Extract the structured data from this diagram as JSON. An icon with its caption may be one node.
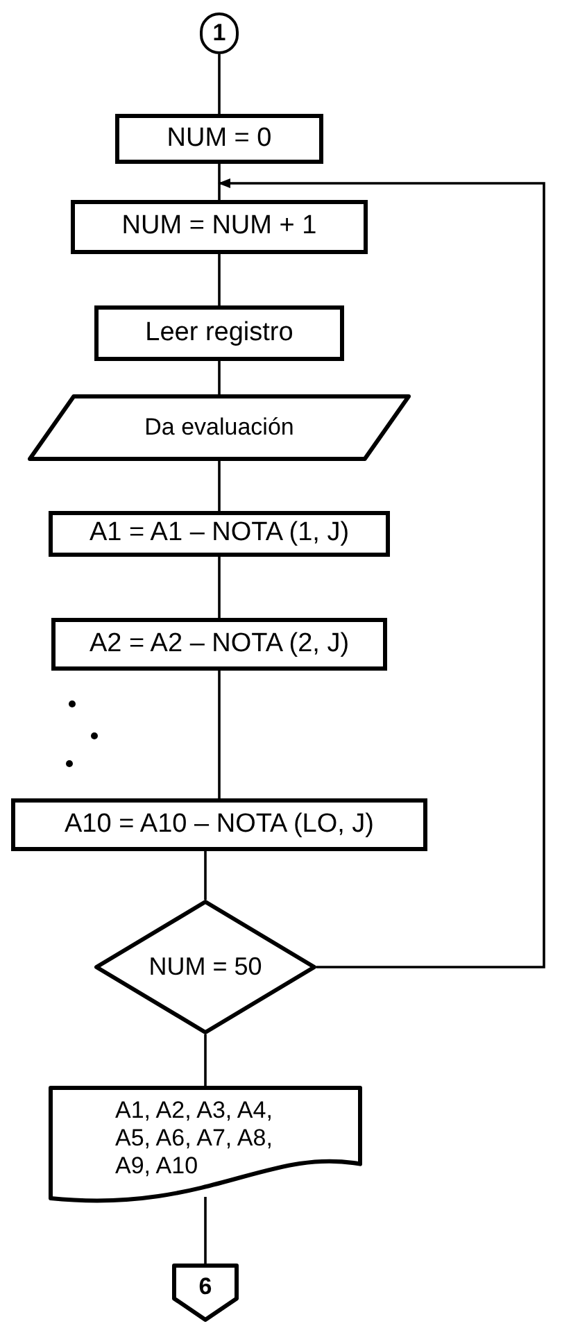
{
  "diagram": {
    "nodes": [
      {
        "text": [
          "1"
        ]
      },
      {
        "text": [
          "NUM = 0"
        ]
      },
      {
        "text": [
          "NUM = NUM + 1"
        ]
      },
      {
        "text": [
          "Leer registro"
        ]
      },
      {
        "text": [
          "Da evaluación"
        ]
      },
      {
        "text": [
          "A1 = A1 – NOTA (1, J)"
        ]
      },
      {
        "text": [
          "A2 = A2 – NOTA (2, J)"
        ]
      },
      {
        "text": [
          "A10 = A10 – NOTA (LO, J)"
        ]
      },
      {
        "text": [
          "NUM = 50"
        ]
      },
      {
        "text": [
          "A1, A2, A3, A4, A5, A6, A7, A8, A9, A10"
        ]
      },
      {
        "text": [
          "6"
        ]
      }
    ],
    "edges": [
      {
        "from": 0,
        "to": 1,
        "arrow": "none"
      },
      {
        "from": 1,
        "to": 2,
        "arrow": "none"
      },
      {
        "from": 2,
        "to": 3,
        "arrow": "none"
      },
      {
        "from": 3,
        "to": 4,
        "arrow": "none"
      },
      {
        "from": 4,
        "to": 5,
        "arrow": "none"
      },
      {
        "from": 5,
        "to": 6,
        "arrow": "none"
      },
      {
        "from": 6,
        "to": 7,
        "arrow": "none"
      },
      {
        "from": 7,
        "to": 8,
        "arrow": "none"
      },
      {
        "from": 8,
        "to": 9,
        "arrow": "none"
      },
      {
        "from": 9,
        "to": 10,
        "arrow": "none"
      },
      {
        "from": 8,
        "to": 2,
        "arrow": "to"
      }
    ]
  }
}
